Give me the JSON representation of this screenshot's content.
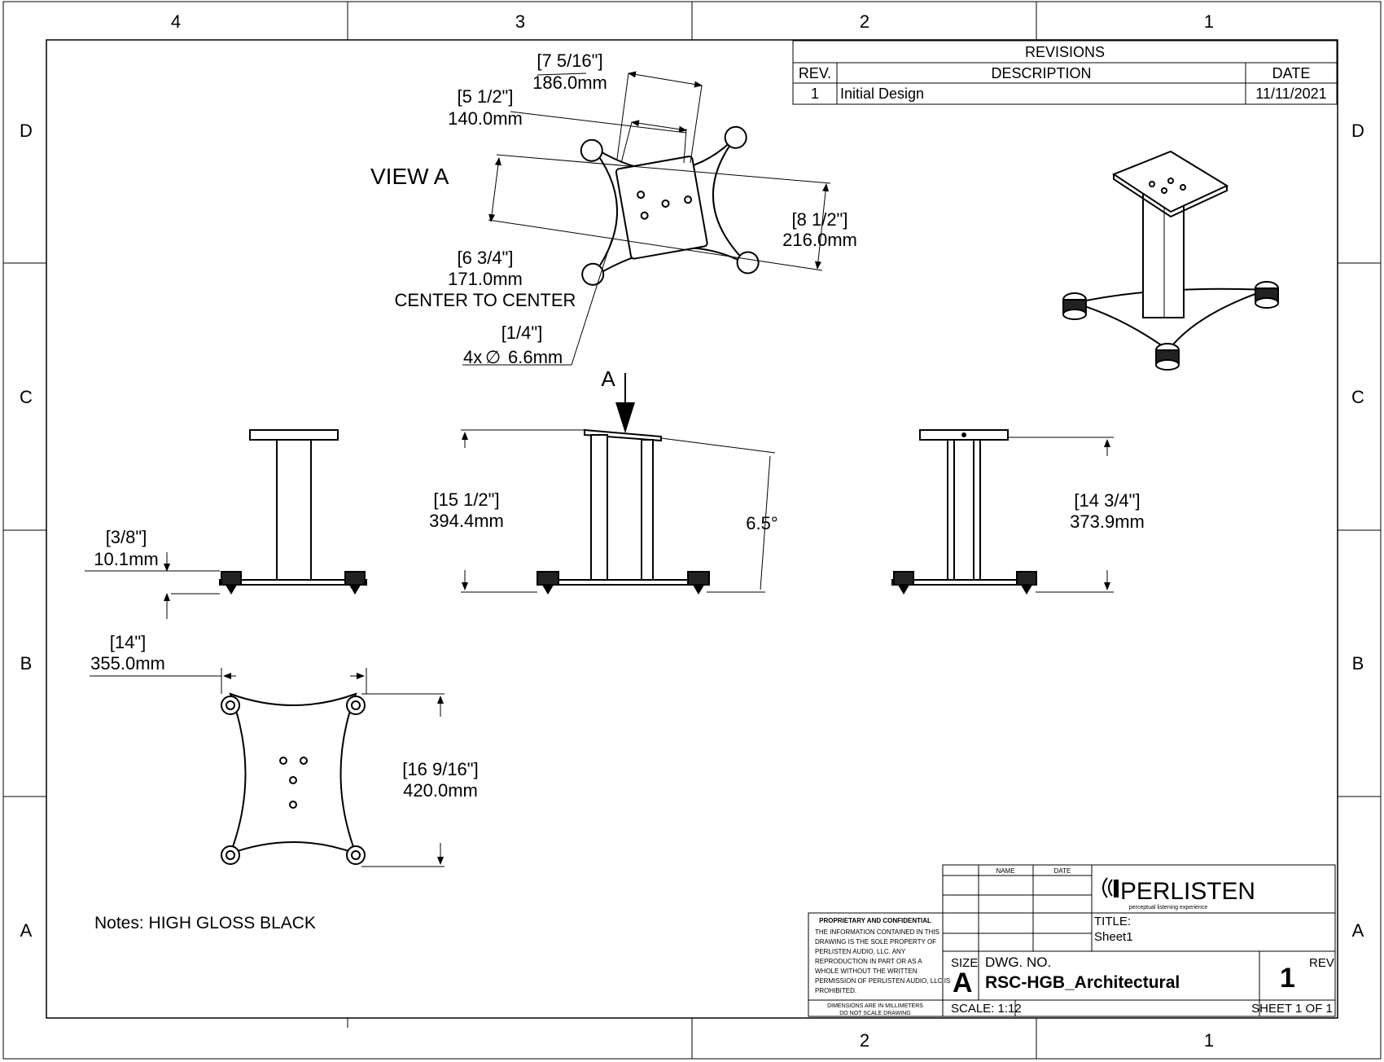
{
  "zones": {
    "cols_top": [
      "4",
      "3",
      "2",
      "1"
    ],
    "cols_bottom": [
      "2",
      "1"
    ],
    "rows": [
      "D",
      "C",
      "B",
      "A"
    ]
  },
  "revisions": {
    "title": "REVISIONS",
    "headers": [
      "REV.",
      "DESCRIPTION",
      "DATE"
    ],
    "rows": [
      {
        "rev": "1",
        "description": "Initial Design",
        "date": "11/11/2021"
      }
    ]
  },
  "view_a": {
    "label": "VIEW A",
    "dim_top_in": "[7 5/16\"]",
    "dim_top_mm": "186.0mm",
    "dim_mid_in": "[5 1/2\"]",
    "dim_mid_mm": "140.0mm",
    "dim_right_in": "[8 1/2\"]",
    "dim_right_mm": "216.0mm",
    "dim_left_in": "[6 3/4\"]",
    "dim_left_mm": "171.0mm",
    "center_note": "CENTER TO CENTER",
    "hole_in": "[1/4\"]",
    "hole_prefix": "4x",
    "hole_symbol": "∅",
    "hole_mm": "6.6mm"
  },
  "side_views": {
    "left_in": "[3/8\"]",
    "left_mm": "10.1mm",
    "front_in": "[15 1/2\"]",
    "front_mm": "394.4mm",
    "angle": "6.5°",
    "arrow_label": "A",
    "right_in": "[14 3/4\"]",
    "right_mm": "373.9mm"
  },
  "bottom_view": {
    "width_in": "[14\"]",
    "width_mm": "355.0mm",
    "height_in": "[16 9/16\"]",
    "height_mm": "420.0mm"
  },
  "notes": "Notes: HIGH GLOSS BLACK",
  "title_block": {
    "col_name": "NAME",
    "col_date": "DATE",
    "company": "PERLISTEN",
    "tagline": "perceptual listening experience",
    "title_label": "TITLE:",
    "title_value": "Sheet1",
    "size_label": "SIZE",
    "size_value": "A",
    "dwg_label": "DWG.  NO.",
    "dwg_value": "RSC-HGB_Architectural",
    "rev_label": "REV",
    "rev_value": "1",
    "scale": "SCALE: 1:12",
    "sheet": "SHEET 1 OF 1",
    "proprietary_title": "PROPRIETARY AND CONFIDENTIAL",
    "proprietary_lines": [
      "THE INFORMATION CONTAINED IN THIS",
      "DRAWING IS THE SOLE PROPERTY OF",
      "PERLISTEN AUDIO, LLC.  ANY",
      "REPRODUCTION IN PART OR AS A",
      "WHOLE WITHOUT THE WRITTEN",
      "PERMISSION OF PERLISTEN AUDIO, LLC IS",
      "PROHIBITED."
    ],
    "dims_note_1": "DIMENSIONS ARE IN MILLIMETERS",
    "dims_note_2": "DO NOT SCALE DRAWING"
  }
}
